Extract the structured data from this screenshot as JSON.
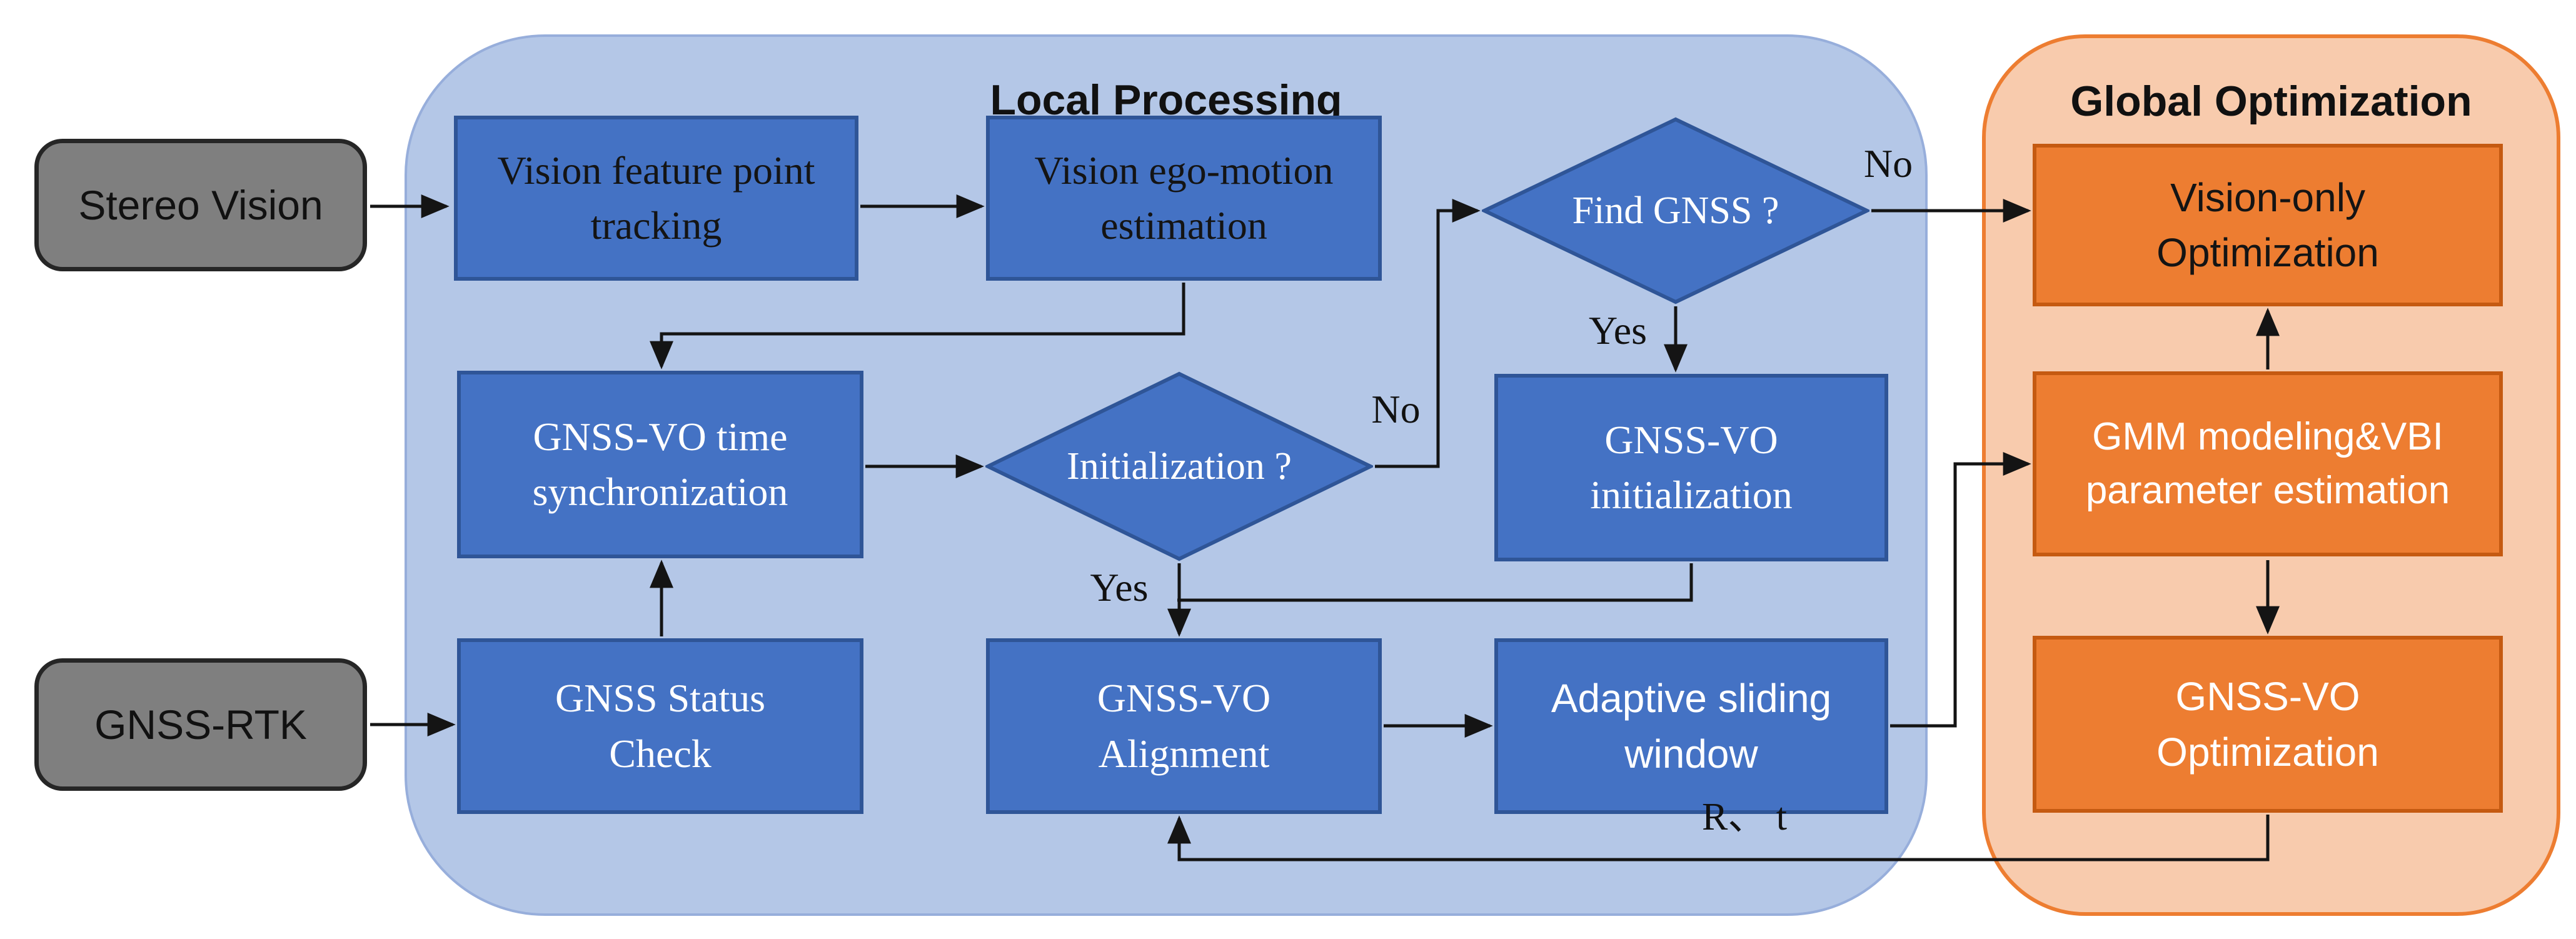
{
  "titles": {
    "local": "Local Processing",
    "global": "Global Optimization"
  },
  "inputs": {
    "stereo_vision": "Stereo Vision",
    "gnss_rtk": "GNSS-RTK"
  },
  "local": {
    "vision_feature_tracking": "Vision feature point\ntracking",
    "vision_ego_motion": "Vision ego-motion\nestimation",
    "find_gnss": "Find GNSS ?",
    "time_sync": "GNSS-VO time\nsynchronization",
    "initialization": "Initialization ?",
    "gnss_vo_initialization": "GNSS-VO\ninitialization",
    "gnss_status_check": "GNSS Status\nCheck",
    "gnss_vo_alignment": "GNSS-VO\nAlignment",
    "adaptive_sliding_window": "Adaptive sliding\nwindow"
  },
  "global": {
    "vision_only_optimization": "Vision-only\nOptimization",
    "gmm_vbi": "GMM modeling&VBI\nparameter estimation",
    "gnss_vo_optimization": "GNSS-VO\nOptimization"
  },
  "edge_labels": {
    "init_no": "No",
    "init_yes": "Yes",
    "find_no": "No",
    "find_yes": "Yes",
    "rt_feedback": "R、 t"
  },
  "colors": {
    "local_region_fill": "#b4c7e7",
    "global_region_fill": "#f8cbad",
    "blue_node_fill": "#4472c4",
    "blue_node_border": "#2f5597",
    "orange_node_fill": "#ed7d31",
    "orange_node_border": "#c55a11",
    "input_fill": "#7f7f7f",
    "line_color": "#141414"
  }
}
